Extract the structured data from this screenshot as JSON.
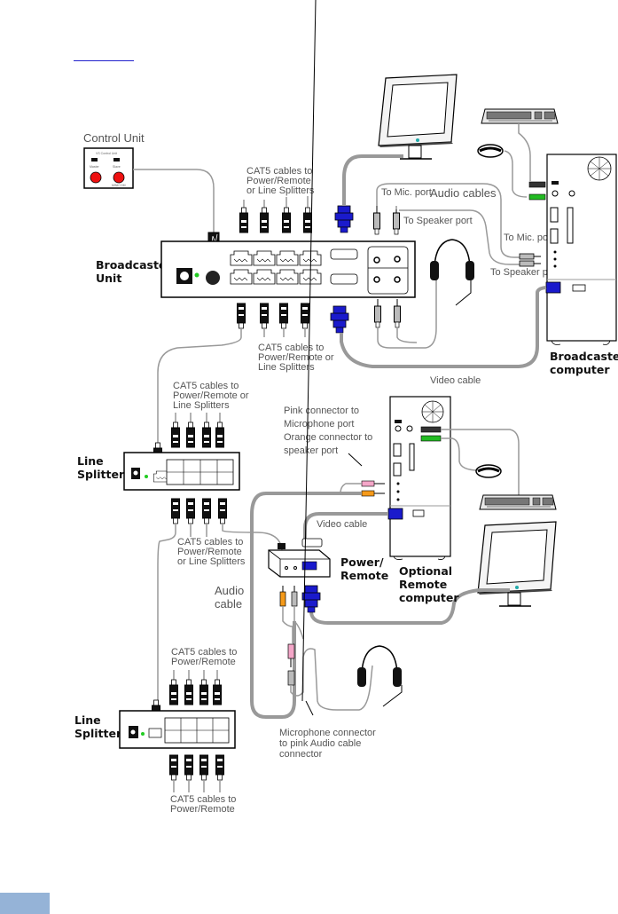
{
  "page": {
    "footer_tab_color": "#95b3d7",
    "link_color": "#2222cc"
  },
  "diagram": {
    "title_link": "",
    "labels": {
      "control_unit": "Control Unit",
      "control_unit_panel_title": "VS Control Unit",
      "control_unit_btn1": "Master",
      "control_unit_btn2": "Slave",
      "control_unit_brand": "MINICOM",
      "cat5_top_1": "CAT5 cables to",
      "cat5_top_2": "Power/Remote",
      "cat5_top_3": "or Line Splitters",
      "to_mic_port_top": "To Mic. port",
      "audio_cables": "Audio cables",
      "to_speaker_port_top": "To Speaker port",
      "to_mic_port_right": "To Mic. port",
      "to_speaker_port_right": "To Speaker port",
      "broadcaster_unit_1": "Broadcaster",
      "broadcaster_unit_2": "Unit",
      "cat5_mid_1": "CAT5 cables to",
      "cat5_mid_2": "Power/Remote or",
      "cat5_mid_3": "Line Splitters",
      "broadcaster_computer_1": "Broadcaster",
      "broadcaster_computer_2": "computer",
      "video_cable_1": "Video cable",
      "cat5_ls1_top_1": "CAT5 cables to",
      "cat5_ls1_top_2": "Power/Remote or",
      "cat5_ls1_top_3": "Line Splitters",
      "pink_orange_1": "Pink connector to",
      "pink_orange_2": "Microphone port",
      "pink_orange_3": "Orange connector to",
      "pink_orange_4": "speaker port",
      "line_splitter_1a": "Line",
      "line_splitter_1b": "Splitter",
      "video_cable_2": "Video cable",
      "cat5_ls1_bot_1": "CAT5 cables to",
      "cat5_ls1_bot_2": "Power/Remote",
      "cat5_ls1_bot_3": "or Line Splitters",
      "power_remote_1": "Power/",
      "power_remote_2": "Remote",
      "optional_remote_1": "Optional",
      "optional_remote_2": "Remote",
      "optional_remote_3": "computer",
      "audio_cable_1": "Audio",
      "audio_cable_2": "cable",
      "cat5_ls2_top_1": "CAT5 cables to",
      "cat5_ls2_top_2": "Power/Remote",
      "line_splitter_2a": "Line",
      "line_splitter_2b": "Splitter",
      "mic_conn_1": "Microphone connector",
      "mic_conn_2": "to pink Audio cable",
      "mic_conn_3": "connector",
      "cat5_ls2_bot_1": "CAT5 cables to",
      "cat5_ls2_bot_2": "Power/Remote"
    },
    "colors": {
      "vga_blue": "#1a1acc",
      "led_green": "#22cc22",
      "button_red": "#ee1111",
      "pink": "#f4a6c8",
      "orange": "#f59a1a",
      "green_conn": "#22bb22",
      "cable_gray": "#999999",
      "monitor_dot": "#22aaaa"
    }
  }
}
